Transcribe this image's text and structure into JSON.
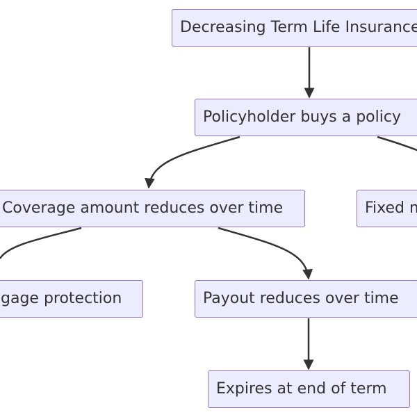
{
  "diagram": {
    "nodes": {
      "root": {
        "label": "Decreasing Term Life Insurance"
      },
      "buy": {
        "label": "Policyholder buys a policy"
      },
      "coverage": {
        "label": "Coverage amount reduces over time"
      },
      "fixed": {
        "label": "Fixed m"
      },
      "mortgage": {
        "label": "gage protection"
      },
      "payout": {
        "label": "Payout reduces over time"
      },
      "expires": {
        "label": "Expires at end of term"
      }
    }
  },
  "colors": {
    "node_fill": "#ececff",
    "node_border": "#9370db",
    "edge": "#333333",
    "text": "#333333"
  }
}
